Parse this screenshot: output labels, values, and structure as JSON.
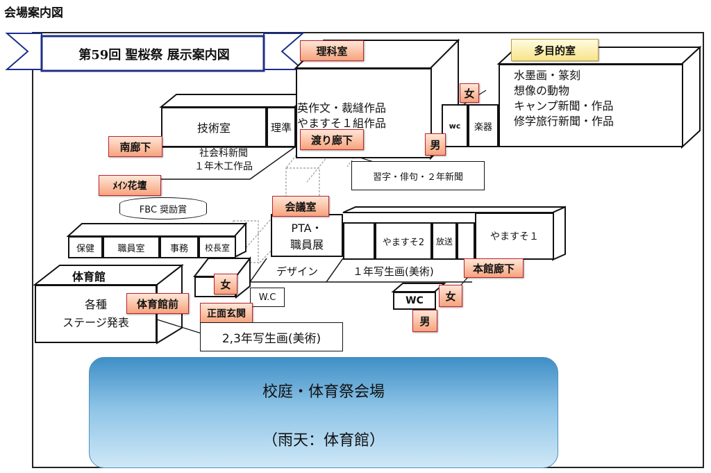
{
  "page_title": "会場案内図",
  "banner_title": "第59回 聖桜祭 展示案内図",
  "labels": {
    "rika": "理科室",
    "tamokuteki": "多目的室",
    "minami_roka": "南廊下",
    "watari_roka": "渡り廊下",
    "main_kadan": "ﾒｲﾝ花壇",
    "kaigishitsu": "会議室",
    "honkan_roka": "本館廊下",
    "taiikukan_mae": "体育館前",
    "shomen_genkan": "正面玄関",
    "women": "女",
    "men": "男"
  },
  "rooms": {
    "rika_content": [
      "英作文・裁縫作品",
      "やますそ１組作品"
    ],
    "tamokuteki_content": [
      "水墨画・篆刻",
      "想像の動物",
      "キャンプ新聞・作品",
      "修学旅行新聞・作品"
    ],
    "gijutsu": "技術室",
    "rijun": "理準",
    "wc_small": "wc",
    "gakki": "楽器",
    "shakai": [
      "社会科新聞",
      "１年木工作品"
    ],
    "shuji": "習字・俳句・２年新聞",
    "fbc": "FBC 奨励賞",
    "hoken": "保健",
    "shokuin": "職員室",
    "jimu": "事務",
    "kocho": "校長室",
    "pta": [
      "PTA・",
      "職員展"
    ],
    "yamasuso2": "やますそ2",
    "hoso": "放送",
    "yamasuso1": "やますそ１",
    "design": "デザイン",
    "ichinen_shasei": "１年写生画(美術)",
    "taiikukan": "体育館",
    "kakushu": [
      "各種",
      "ステージ発表"
    ],
    "wc_front": "W.C",
    "wc_honkan": "WC",
    "shasei23": "2,3年写生画(美術)"
  },
  "field": {
    "title": "校庭・体育祭会場",
    "subtitle": "（雨天：体育館）"
  }
}
